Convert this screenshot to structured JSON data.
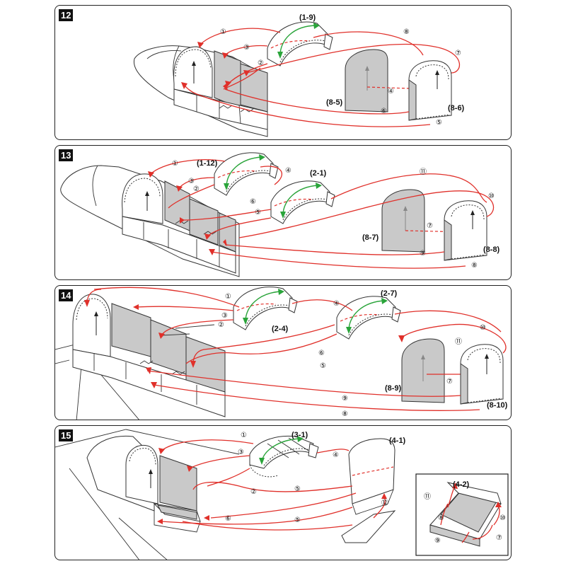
{
  "steps": [
    {
      "number": "12",
      "parts": [
        "(1-9)",
        "(8-5)",
        "(8-6)"
      ],
      "callouts": [
        "①",
        "②",
        "③",
        "④",
        "⑤",
        "⑥",
        "⑦",
        "⑧"
      ]
    },
    {
      "number": "13",
      "parts": [
        "(1-12)",
        "(2-1)",
        "(8-7)",
        "(8-8)"
      ],
      "callouts": [
        "①",
        "②",
        "③",
        "④",
        "⑤",
        "⑥",
        "⑦",
        "⑧",
        "⑨",
        "⑩",
        "⑪"
      ]
    },
    {
      "number": "14",
      "parts": [
        "(2-4)",
        "(2-7)",
        "(8-9)",
        "(8-10)"
      ],
      "callouts": [
        "①",
        "②",
        "③",
        "④",
        "⑤",
        "⑥",
        "⑦",
        "⑧",
        "⑨",
        "⑩",
        "⑪"
      ]
    },
    {
      "number": "15",
      "parts": [
        "(3-1)",
        "(4-1)",
        "(4-2)"
      ],
      "callouts": [
        "①",
        "②",
        "③",
        "④",
        "⑤",
        "⑥",
        "⑤",
        "⑫",
        "⑪",
        "⑧",
        "⑨",
        "⑩",
        "⑦"
      ]
    }
  ],
  "colors": {
    "glue_arrow": "#e0302a",
    "fold_arrow": "#2aa43a",
    "part_fill": "#c9c9c9"
  }
}
